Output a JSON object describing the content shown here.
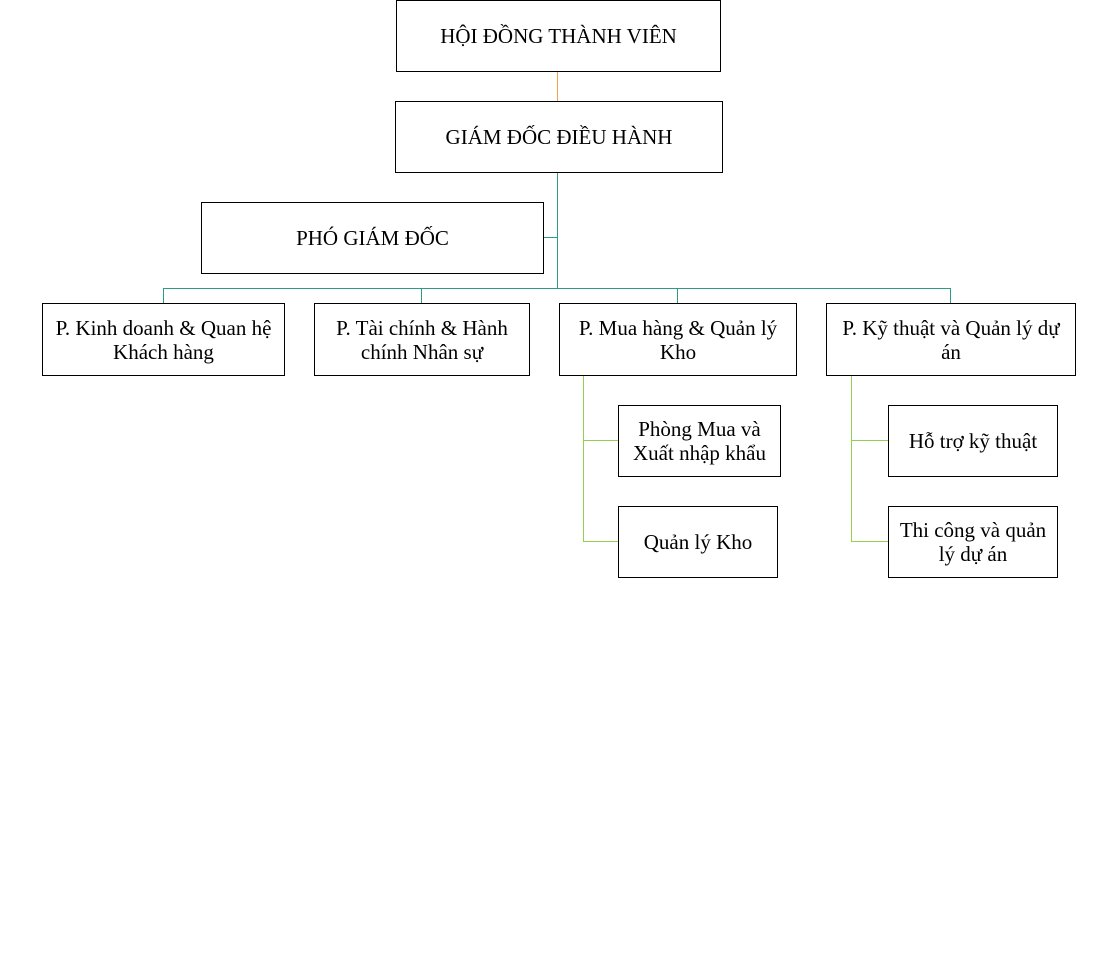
{
  "org_chart": {
    "board": "HỘI ĐỒNG THÀNH VIÊN",
    "ceo": "GIÁM ĐỐC ĐIỀU HÀNH",
    "deputy": "PHÓ GIÁM ĐỐC",
    "departments": [
      {
        "label": "P. Kinh doanh & Quan hệ Khách hàng"
      },
      {
        "label": "P. Tài chính & Hành chính Nhân sự"
      },
      {
        "label": "P. Mua hàng & Quản lý Kho",
        "children": [
          "Phòng Mua và Xuất nhập khẩu",
          "Quản lý Kho"
        ]
      },
      {
        "label": "P. Kỹ thuật và Quản lý dự án",
        "children": [
          "Hỗ trợ kỹ thuật",
          "Thi công và quản lý dự án"
        ]
      }
    ]
  },
  "colors": {
    "main_connector": "#2e9b84",
    "board_connector": "#f0a24a",
    "sub_connector": "#92d050",
    "box_border": "#000000"
  }
}
